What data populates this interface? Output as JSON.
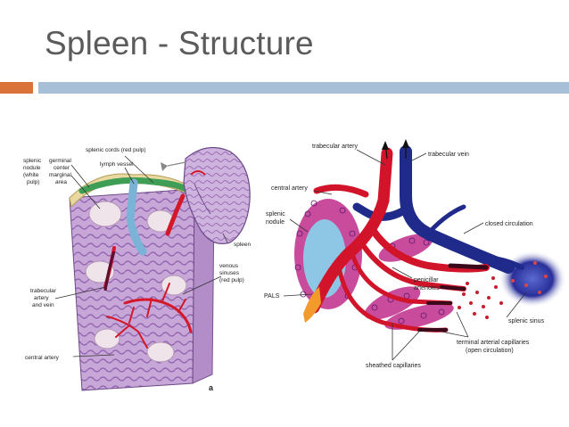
{
  "slide": {
    "title": "Spleen - Structure",
    "colors": {
      "title": "#5b5b5b",
      "accent_orange": "#d9733a",
      "accent_blue": "#a8bfd8"
    }
  },
  "left_diagram": {
    "labels": {
      "splenic_nodule_l1": "splenic",
      "splenic_nodule_l2": "nodule",
      "splenic_nodule_l3": "(white",
      "splenic_nodule_l4": "pulp)",
      "germinal_l1": "germinal",
      "germinal_l2": "center",
      "marginal_l1": "marginal",
      "marginal_l2": "area",
      "splenic_cords": "splenic cords (red pulp)",
      "lymph_vessel": "lymph vessel",
      "spleen": "spleen",
      "venous_l1": "venous",
      "venous_l2": "sinuses",
      "venous_l3": "(red pulp)",
      "trabecular_l1": "trabecular",
      "trabecular_l2": "artery",
      "trabecular_l3": "and vein",
      "central_artery": "central artery",
      "panel_letter": "a"
    }
  },
  "right_diagram": {
    "labels": {
      "trabecular_artery": "trabecular artery",
      "trabecular_vein": "trabecular vein",
      "central_artery": "central artery",
      "splenic_nodule_l1": "splenic",
      "splenic_nodule_l2": "nodule",
      "closed_circulation": "closed circulation",
      "pals": "PALS",
      "penicillar_l1": "penicillar",
      "penicillar_l2": "arterioles",
      "splenic_sinus": "splenic sinus",
      "terminal_l1": "terminal arterial capillaries",
      "terminal_l2": "(open circulation)",
      "sheathed_capillaries": "sheathed capillaries"
    }
  }
}
